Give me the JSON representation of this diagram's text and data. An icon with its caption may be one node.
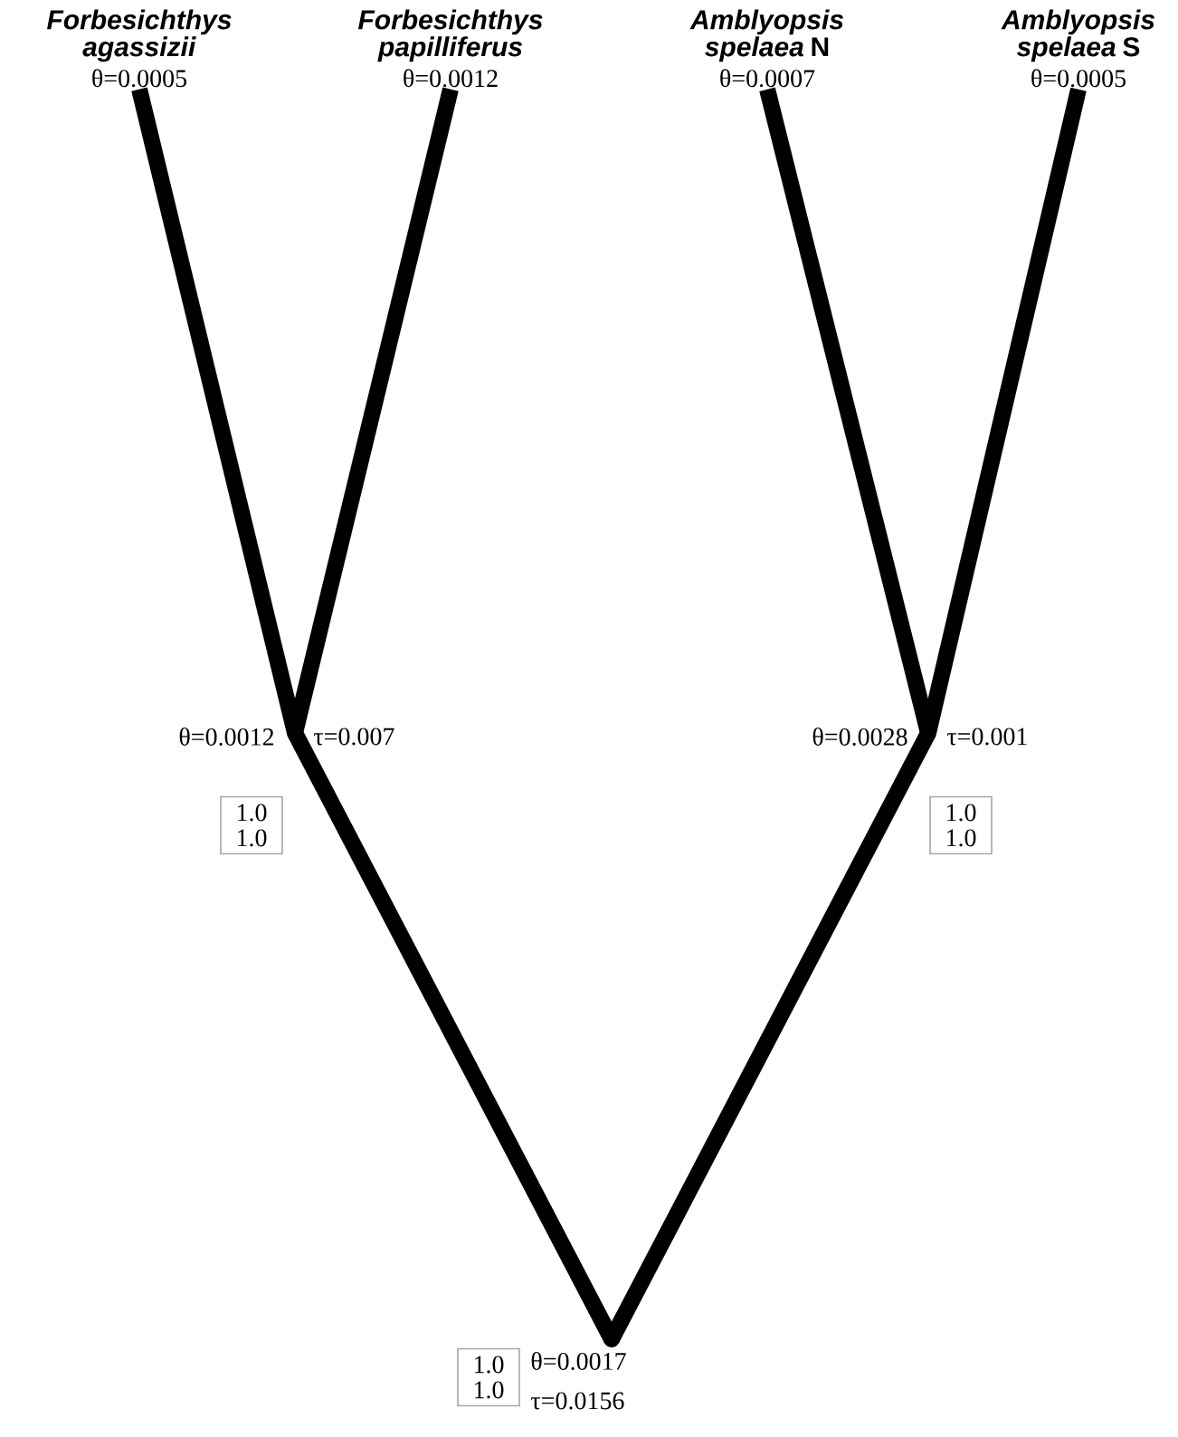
{
  "diagram": {
    "nodes": [
      {
        "text": [
          "*Forbesichthys agassizii*",
          "θ=0.0005"
        ]
      },
      {
        "text": [
          "*Forbesichthys papilliferus*",
          "θ=0.0012"
        ]
      },
      {
        "text": [
          "*Amblyopsis spelaea* N",
          "θ=0.0007"
        ]
      },
      {
        "text": [
          "*Amblyopsis spelaea* S",
          "θ=0.0005"
        ]
      },
      {
        "text": [],
        "shape": "point",
        "beside": [
          "θ=0.0012",
          "τ=0.007"
        ]
      },
      {
        "text": [
          "1.0",
          "1.0"
        ]
      },
      {
        "text": [],
        "shape": "point",
        "beside": [
          "θ=0.0028",
          "τ=0.001"
        ]
      },
      {
        "text": [
          "1.0",
          "1.0"
        ]
      },
      {
        "text": [],
        "shape": "point",
        "beside": [
          "θ=0.0017",
          "τ=0.0156"
        ]
      },
      {
        "text": [
          "1.0",
          "1.0"
        ]
      }
    ],
    "edges": [
      {
        "from": 4,
        "to": 0,
        "arrow": "none"
      },
      {
        "from": 4,
        "to": 1,
        "arrow": "none"
      },
      {
        "from": 6,
        "to": 2,
        "arrow": "none"
      },
      {
        "from": 6,
        "to": 3,
        "arrow": "none"
      },
      {
        "from": 8,
        "to": 4,
        "arrow": "none"
      },
      {
        "from": 8,
        "to": 6,
        "arrow": "none"
      }
    ]
  }
}
